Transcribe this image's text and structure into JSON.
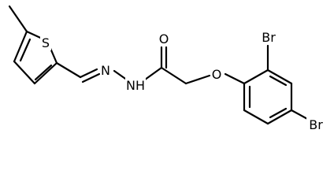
{
  "molecule": {
    "atoms": {
      "sulfur": "S",
      "imine_nitrogen": "N",
      "amide_nitrogen_label": "N",
      "amide_hydrogen_label": "H",
      "carbonyl_oxygen": "O",
      "ether_oxygen": "O",
      "bromine_top": "Br",
      "bromine_bottom": "Br"
    }
  }
}
